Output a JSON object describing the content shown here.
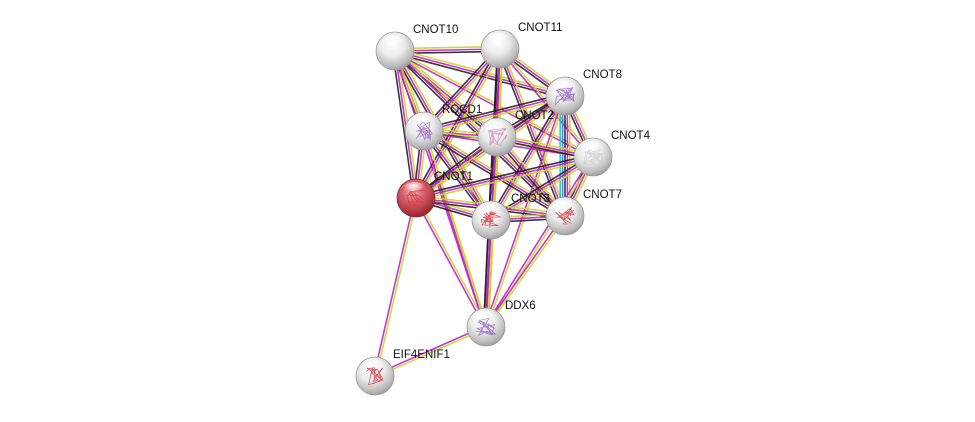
{
  "nodes": [
    {
      "id": "CNOT10",
      "label": "CNOT10",
      "fill": "white"
    },
    {
      "id": "CNOT11",
      "label": "CNOT11",
      "fill": "white"
    },
    {
      "id": "CNOT8",
      "label": "CNOT8",
      "fill": "white",
      "structure": "purple"
    },
    {
      "id": "RQCD1",
      "label": "RQCD1",
      "fill": "white",
      "structure": "purple"
    },
    {
      "id": "CNOT2",
      "label": "CNOT2",
      "fill": "white",
      "structure": "pink"
    },
    {
      "id": "CNOT4",
      "label": "CNOT4",
      "fill": "white",
      "structure": "faint"
    },
    {
      "id": "CNOT1",
      "label": "CNOT1",
      "fill": "red",
      "structure": "red"
    },
    {
      "id": "CNOT3",
      "label": "CNOT3",
      "fill": "white",
      "structure": "red"
    },
    {
      "id": "CNOT7",
      "label": "CNOT7",
      "fill": "white",
      "structure": "red"
    },
    {
      "id": "DDX6",
      "label": "DDX6",
      "fill": "white",
      "structure": "purple"
    },
    {
      "id": "EIF4ENIF1",
      "label": "EIF4ENIF1",
      "fill": "white",
      "structure": "red"
    }
  ],
  "edges": [
    {
      "a": "CNOT10",
      "b": "CNOT11",
      "types": [
        "yellow",
        "magenta",
        "black"
      ]
    },
    {
      "a": "CNOT10",
      "b": "CNOT8",
      "types": [
        "yellow",
        "magenta",
        "black"
      ]
    },
    {
      "a": "CNOT10",
      "b": "RQCD1",
      "types": [
        "yellow",
        "magenta",
        "black"
      ]
    },
    {
      "a": "CNOT10",
      "b": "CNOT2",
      "types": [
        "yellow",
        "magenta",
        "black"
      ]
    },
    {
      "a": "CNOT10",
      "b": "CNOT4",
      "types": [
        "yellow",
        "magenta"
      ]
    },
    {
      "a": "CNOT10",
      "b": "CNOT1",
      "types": [
        "yellow",
        "magenta",
        "black"
      ]
    },
    {
      "a": "CNOT10",
      "b": "CNOT3",
      "types": [
        "yellow",
        "magenta",
        "black"
      ]
    },
    {
      "a": "CNOT10",
      "b": "CNOT7",
      "types": [
        "yellow",
        "magenta",
        "black"
      ]
    },
    {
      "a": "CNOT10",
      "b": "DDX6",
      "types": [
        "yellow",
        "magenta"
      ]
    },
    {
      "a": "CNOT11",
      "b": "CNOT8",
      "types": [
        "yellow",
        "magenta",
        "black"
      ]
    },
    {
      "a": "CNOT11",
      "b": "RQCD1",
      "types": [
        "yellow",
        "magenta",
        "black"
      ]
    },
    {
      "a": "CNOT11",
      "b": "CNOT2",
      "types": [
        "yellow",
        "magenta",
        "black"
      ]
    },
    {
      "a": "CNOT11",
      "b": "CNOT4",
      "types": [
        "yellow",
        "magenta"
      ]
    },
    {
      "a": "CNOT11",
      "b": "CNOT1",
      "types": [
        "yellow",
        "magenta",
        "black"
      ]
    },
    {
      "a": "CNOT11",
      "b": "CNOT3",
      "types": [
        "yellow",
        "magenta",
        "black"
      ]
    },
    {
      "a": "CNOT11",
      "b": "CNOT7",
      "types": [
        "yellow",
        "magenta",
        "black"
      ]
    },
    {
      "a": "CNOT11",
      "b": "DDX6",
      "types": [
        "yellow",
        "magenta",
        "black"
      ]
    },
    {
      "a": "CNOT8",
      "b": "RQCD1",
      "types": [
        "yellow",
        "magenta",
        "black"
      ]
    },
    {
      "a": "CNOT8",
      "b": "CNOT2",
      "types": [
        "yellow",
        "magenta",
        "black"
      ]
    },
    {
      "a": "CNOT8",
      "b": "CNOT4",
      "types": [
        "yellow",
        "magenta",
        "black"
      ]
    },
    {
      "a": "CNOT8",
      "b": "CNOT1",
      "types": [
        "yellow",
        "magenta",
        "black"
      ]
    },
    {
      "a": "CNOT8",
      "b": "CNOT3",
      "types": [
        "yellow",
        "magenta",
        "black"
      ]
    },
    {
      "a": "CNOT8",
      "b": "CNOT7",
      "types": [
        "yellow",
        "magenta",
        "black",
        "blue",
        "cyan"
      ]
    },
    {
      "a": "CNOT8",
      "b": "DDX6",
      "types": [
        "yellow",
        "magenta"
      ]
    },
    {
      "a": "RQCD1",
      "b": "CNOT2",
      "types": [
        "yellow",
        "magenta",
        "black"
      ]
    },
    {
      "a": "RQCD1",
      "b": "CNOT4",
      "types": [
        "yellow",
        "magenta"
      ]
    },
    {
      "a": "RQCD1",
      "b": "CNOT1",
      "types": [
        "yellow",
        "magenta",
        "black"
      ]
    },
    {
      "a": "RQCD1",
      "b": "CNOT3",
      "types": [
        "yellow",
        "magenta",
        "black"
      ]
    },
    {
      "a": "RQCD1",
      "b": "CNOT7",
      "types": [
        "yellow",
        "magenta",
        "black"
      ]
    },
    {
      "a": "RQCD1",
      "b": "DDX6",
      "types": [
        "yellow",
        "magenta"
      ]
    },
    {
      "a": "CNOT2",
      "b": "CNOT4",
      "types": [
        "yellow",
        "magenta",
        "black"
      ]
    },
    {
      "a": "CNOT2",
      "b": "CNOT1",
      "types": [
        "yellow",
        "magenta",
        "black"
      ]
    },
    {
      "a": "CNOT2",
      "b": "CNOT3",
      "types": [
        "yellow",
        "magenta",
        "black"
      ]
    },
    {
      "a": "CNOT2",
      "b": "CNOT7",
      "types": [
        "yellow",
        "magenta",
        "black"
      ]
    },
    {
      "a": "CNOT2",
      "b": "DDX6",
      "types": [
        "yellow",
        "magenta"
      ]
    },
    {
      "a": "CNOT4",
      "b": "CNOT1",
      "types": [
        "yellow",
        "magenta",
        "black"
      ]
    },
    {
      "a": "CNOT4",
      "b": "CNOT3",
      "types": [
        "yellow",
        "magenta",
        "black"
      ]
    },
    {
      "a": "CNOT4",
      "b": "CNOT7",
      "types": [
        "yellow",
        "magenta",
        "black"
      ]
    },
    {
      "a": "CNOT4",
      "b": "DDX6",
      "types": [
        "yellow",
        "magenta"
      ]
    },
    {
      "a": "CNOT1",
      "b": "CNOT3",
      "types": [
        "yellow",
        "magenta",
        "black"
      ]
    },
    {
      "a": "CNOT1",
      "b": "CNOT7",
      "types": [
        "yellow",
        "magenta",
        "black"
      ]
    },
    {
      "a": "CNOT1",
      "b": "DDX6",
      "types": [
        "yellow",
        "magenta"
      ]
    },
    {
      "a": "CNOT1",
      "b": "EIF4ENIF1",
      "types": [
        "yellow",
        "magenta"
      ]
    },
    {
      "a": "CNOT3",
      "b": "CNOT7",
      "types": [
        "yellow",
        "magenta",
        "black"
      ]
    },
    {
      "a": "CNOT3",
      "b": "DDX6",
      "types": [
        "yellow",
        "magenta",
        "black"
      ]
    },
    {
      "a": "CNOT7",
      "b": "DDX6",
      "types": [
        "yellow",
        "magenta"
      ]
    },
    {
      "a": "DDX6",
      "b": "EIF4ENIF1",
      "types": [
        "yellow",
        "magenta"
      ]
    }
  ],
  "colors": {
    "yellow": "#c8d432",
    "magenta": "#c21fc8",
    "black": "#222222",
    "blue": "#3a7ad8",
    "cyan": "#2ab8d8",
    "node_white": "#e8e8e8",
    "node_red": "#d0525a",
    "structure_purple": "#9a70c8",
    "structure_red": "#d8404a",
    "structure_pink": "#d890b0"
  }
}
